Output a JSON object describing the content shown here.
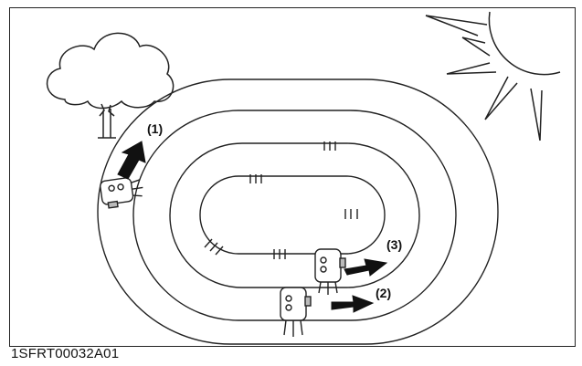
{
  "figure": {
    "code": "1SFRT00032A01",
    "pass_labels": {
      "first": "(1)",
      "second": "(2)",
      "third": "(3)"
    },
    "icons": [
      "tree-icon",
      "sun-icon",
      "mower-icon",
      "arrow-icon",
      "cut-mark-icon"
    ],
    "colors": {
      "ink": "#111111",
      "background": "#ffffff"
    }
  }
}
